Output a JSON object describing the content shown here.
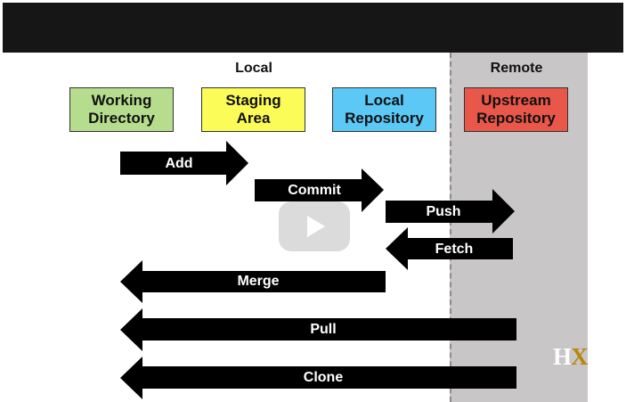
{
  "headings": {
    "local": "Local",
    "remote": "Remote"
  },
  "boxes": [
    {
      "id": "working-directory",
      "line1": "Working",
      "line2": "Directory",
      "color": "#b6dd8e"
    },
    {
      "id": "staging-area",
      "line1": "Staging",
      "line2": "Area",
      "color": "#fcfc59"
    },
    {
      "id": "local-repository",
      "line1": "Local",
      "line2": "Repository",
      "color": "#5bc8f5"
    },
    {
      "id": "upstream-repository",
      "line1": "Upstream",
      "line2": "Repository",
      "color": "#e9574a"
    }
  ],
  "commands": [
    {
      "id": "add",
      "label": "Add",
      "direction": "right",
      "from": "Working Directory",
      "to": "Staging Area"
    },
    {
      "id": "commit",
      "label": "Commit",
      "direction": "right",
      "from": "Staging Area",
      "to": "Local Repository"
    },
    {
      "id": "push",
      "label": "Push",
      "direction": "right",
      "from": "Local Repository",
      "to": "Upstream Repository"
    },
    {
      "id": "fetch",
      "label": "Fetch",
      "direction": "left",
      "from": "Upstream Repository",
      "to": "Local Repository"
    },
    {
      "id": "merge",
      "label": "Merge",
      "direction": "left",
      "from": "Local Repository",
      "to": "Working Directory"
    },
    {
      "id": "pull",
      "label": "Pull",
      "direction": "left",
      "from": "Upstream Repository",
      "to": "Working Directory"
    },
    {
      "id": "clone",
      "label": "Clone",
      "direction": "left",
      "from": "Upstream Repository",
      "to": "Working Directory"
    }
  ],
  "logo": {
    "letter1": "H",
    "letter2": "X",
    "color1": "#ffffff",
    "color2": "#b8860b"
  },
  "colors": {
    "arrow": "#000000",
    "remote_bg": "#c8c6c7",
    "topbar": "#161616"
  }
}
